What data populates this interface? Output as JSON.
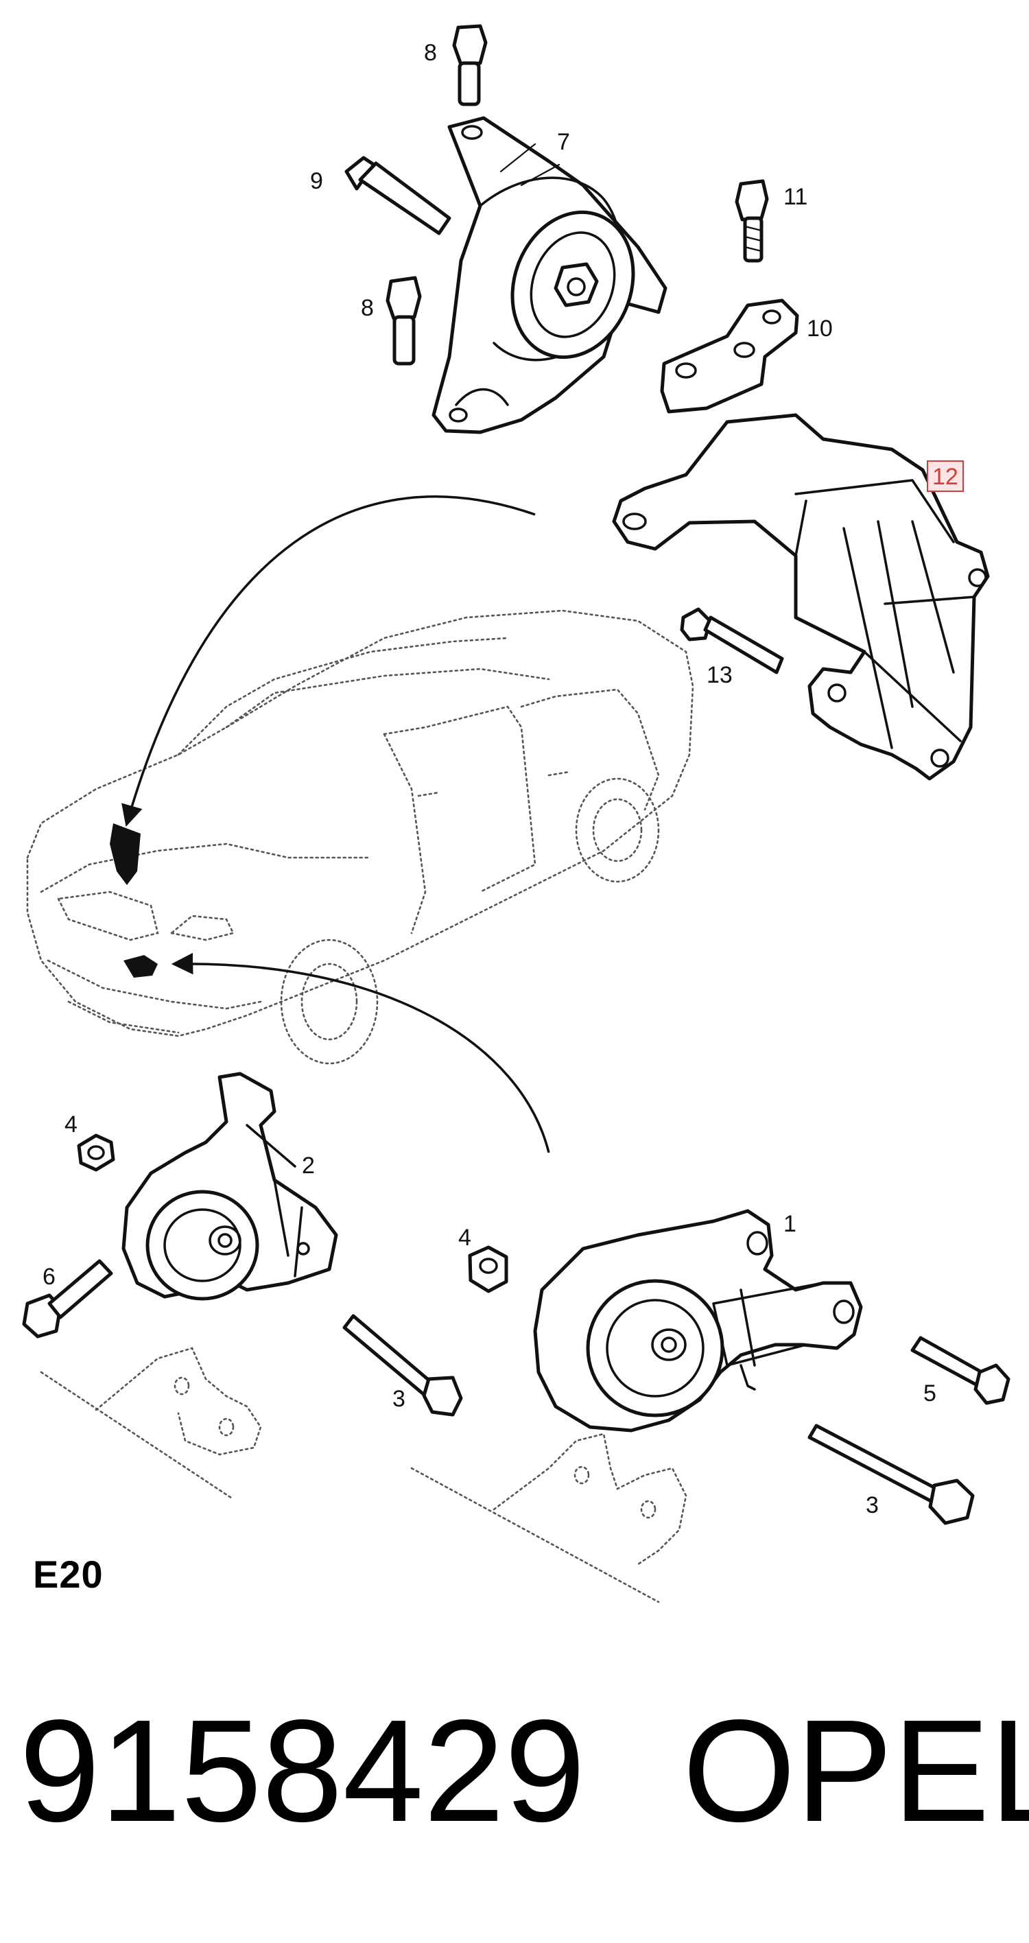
{
  "diagram": {
    "section": "E20",
    "callouts": {
      "c1": "1",
      "c2": "2",
      "c3a": "3",
      "c3b": "3",
      "c4a": "4",
      "c4b": "4",
      "c5": "5",
      "c6": "6",
      "c7": "7",
      "c8a": "8",
      "c8b": "8",
      "c9": "9",
      "c10": "10",
      "c11": "11",
      "c12": "12",
      "c13": "13"
    },
    "highlight_color": "#d23c3c"
  },
  "footer": {
    "part_number": "9158429",
    "brand": "OPEL"
  }
}
